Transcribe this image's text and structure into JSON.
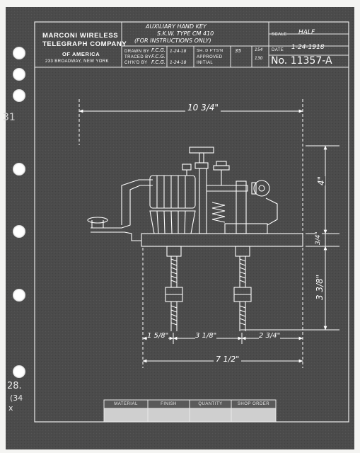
{
  "company": {
    "line1": "MARCONI WIRELESS",
    "line2": "TELEGRAPH COMPANY",
    "line3": "OF AMERICA",
    "address": "233 BROADWAY, NEW YORK"
  },
  "title": {
    "line1": "AUXILIARY HAND KEY",
    "line2": "S.K.W. TYPE CM 410",
    "line3": "(FOR INSTRUCTIONS ONLY)"
  },
  "signoffs": {
    "drawn_label": "DRAWN BY",
    "drawn_value": "F.C.G.",
    "drawn_date": "1-24-18",
    "traced_label": "TRACED BY",
    "traced_value": "F.C.G.",
    "checked_label": "CH'K'D BY",
    "checked_value": "F.C.G.",
    "checked_date": "1-24-18",
    "sheet_label": "SH. D F'TS'N",
    "approved_label": "APPROVED",
    "initial_label": "INITIAL",
    "ref1": "35",
    "ref2": "154",
    "ref3": "130"
  },
  "scale": {
    "label": "SCALE",
    "value": "HALF"
  },
  "date": {
    "label": "DATE",
    "value": "1-24-1918"
  },
  "drawing_number": "No. 11357-A",
  "dimensions": {
    "overall_length": "10 3/4\"",
    "height_upper": "4\"",
    "base_thickness": "3/4\"",
    "height_lower": "3 3/8\"",
    "spacing_left": "1 5/8\"",
    "spacing_mid": "3 1/8\"",
    "spacing_right": "2 3/4\"",
    "base_length": "7 1/2\""
  },
  "footer": {
    "material": "MATERIAL",
    "finish": "FINISH",
    "quantity": "QUANTITY",
    "shop_order": "SHOP ORDER"
  },
  "margin_notes": {
    "note1": "31",
    "note2": "28.",
    "note3": "(34",
    "note4": "x"
  },
  "colors": {
    "paper": "#f4f4f2",
    "blueprint": "#4a4a4a",
    "lines": "#ffffff"
  }
}
